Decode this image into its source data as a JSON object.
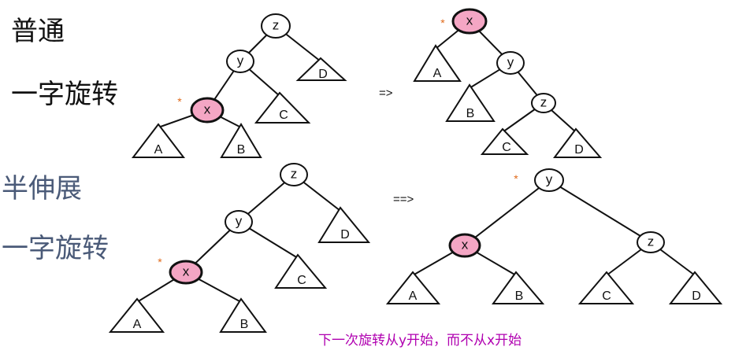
{
  "labels": {
    "section1_line1": "普通",
    "section1_line2": "一字旋转",
    "section2_line1": "半伸展",
    "section2_line2": "一字旋转",
    "arrow1": "=>",
    "arrow2": "==>",
    "note": "下一次旋转从y开始，而不从x开始",
    "star": "*"
  },
  "nodes": {
    "x": "x",
    "y": "y",
    "z": "z"
  },
  "subtrees": {
    "a": "A",
    "b": "B",
    "c": "C",
    "d": "D"
  },
  "colors": {
    "highlight_node_fill": "#f4a6c4",
    "plain_node_fill": "#ffffff",
    "star": "#e06a1a",
    "note": "#b000b0",
    "section1_text": "#111111",
    "section2_text": "#4a5a78"
  }
}
